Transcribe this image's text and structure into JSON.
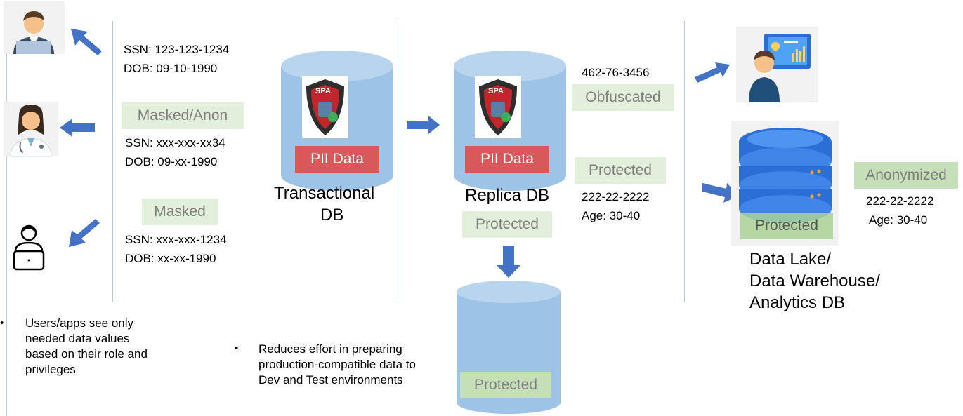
{
  "users": {
    "user1": {
      "ssn": "SSN: 123-123-1234",
      "dob": "DOB: 09-10-1990"
    },
    "user2": {
      "badge": "Masked/Anon",
      "ssn": "SSN: xxx-xxx-xx34",
      "dob": "DOB: 09-xx-1990"
    },
    "user3": {
      "badge": "Masked",
      "ssn": "SSN: xxx-xxx-1234",
      "dob": "DOB: xx-xx-1990"
    }
  },
  "left_bullet": "Users/apps see only needed data values based on their role and privileges",
  "transactional_db": {
    "badge": "PII Data",
    "label_line1": "Transactional",
    "label_line2": "DB",
    "shield_text": "SPA"
  },
  "replica_db": {
    "badge": "PII Data",
    "label": "Replica DB",
    "status": "Protected",
    "shield_text": "SPA"
  },
  "dev_db": {
    "status": "Protected"
  },
  "middle_bullet": "Reduces effort in preparing production-compatible data to Dev and Test environments",
  "analyst": {
    "value": "462-76-3456",
    "badge": "Obfuscated"
  },
  "protected_info": {
    "badge": "Protected",
    "value": "222-22-2222",
    "age": "Age: 30-40"
  },
  "data_lake": {
    "badge": "Protected",
    "label_line1": "Data Lake/",
    "label_line2": "Data Warehouse/",
    "label_line3": "Analytics DB"
  },
  "anonymized_info": {
    "badge": "Anonymized",
    "value": "222-22-2222",
    "age": "Age: 30-40"
  },
  "colors": {
    "cylinder": "#9dc3e6",
    "arrow": "#4472c4",
    "badge_bg": "#e2efda",
    "pii_bg": "#d9595b",
    "divider": "#b4c7e7"
  }
}
